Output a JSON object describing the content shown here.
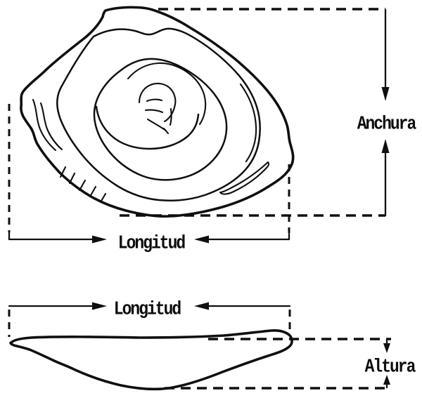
{
  "colors": {
    "background": "#ffffff",
    "ink": "#0f0f0f"
  },
  "top_view": {
    "width_label": "Anchura",
    "length_label": "Longitud"
  },
  "side_view": {
    "length_label": "Longitud",
    "height_label": "Altura"
  }
}
